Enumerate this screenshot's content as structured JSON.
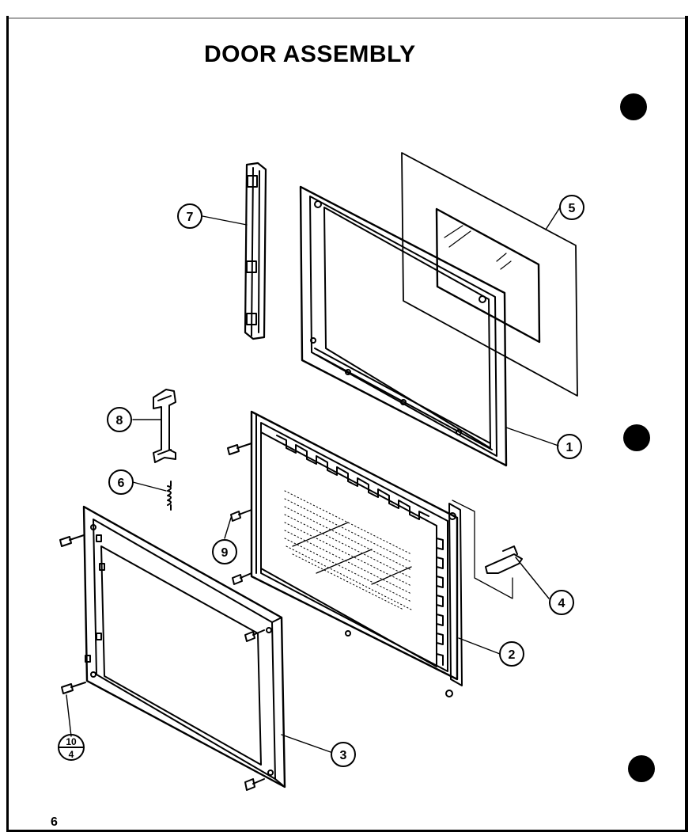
{
  "title": "DOOR ASSEMBLY",
  "page_number": "6",
  "callouts": {
    "c1": "1",
    "c2": "2",
    "c3": "3",
    "c4": "4",
    "c5": "5",
    "c6": "6",
    "c7": "7",
    "c8": "8",
    "c9": "9",
    "c10_top": "10",
    "c10_bottom": "4"
  }
}
